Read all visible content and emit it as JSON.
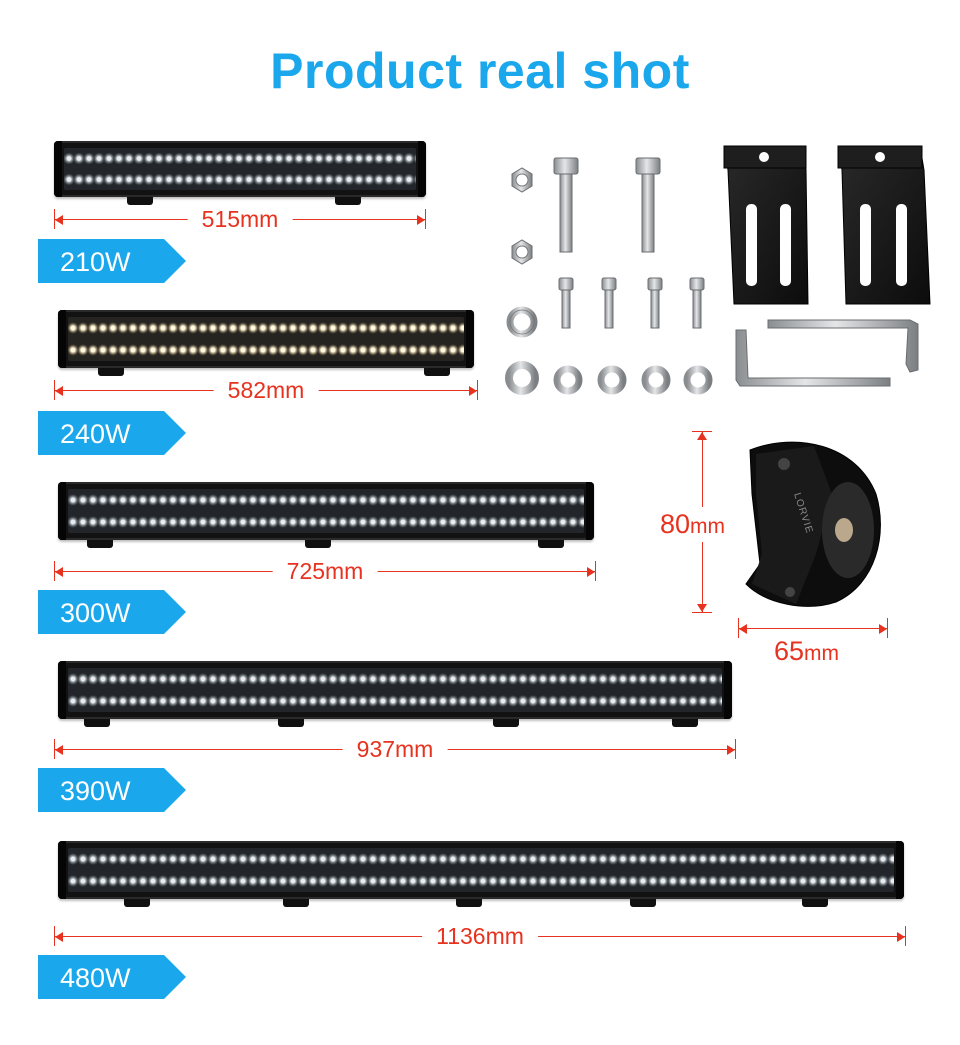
{
  "title": "Product real shot",
  "products": [
    {
      "power": "210W",
      "length": "515mm"
    },
    {
      "power": "240W",
      "length": "582mm"
    },
    {
      "power": "300W",
      "length": "725mm"
    },
    {
      "power": "390W",
      "length": "937mm"
    },
    {
      "power": "480W",
      "length": "1136mm"
    }
  ],
  "pod": {
    "height_value": "80",
    "height_unit": "mm",
    "width_value": "65",
    "width_unit": "mm",
    "brand": "LORVIE"
  },
  "colors": {
    "accent_blue": "#1aa7ec",
    "dimension_red": "#e6321e",
    "bar_black": "#121212"
  },
  "accessories": {
    "items": [
      "hex-nut",
      "hex-bolt",
      "allen-bolt",
      "spring-washer",
      "flat-washer",
      "mounting-bracket",
      "allen-key"
    ]
  }
}
